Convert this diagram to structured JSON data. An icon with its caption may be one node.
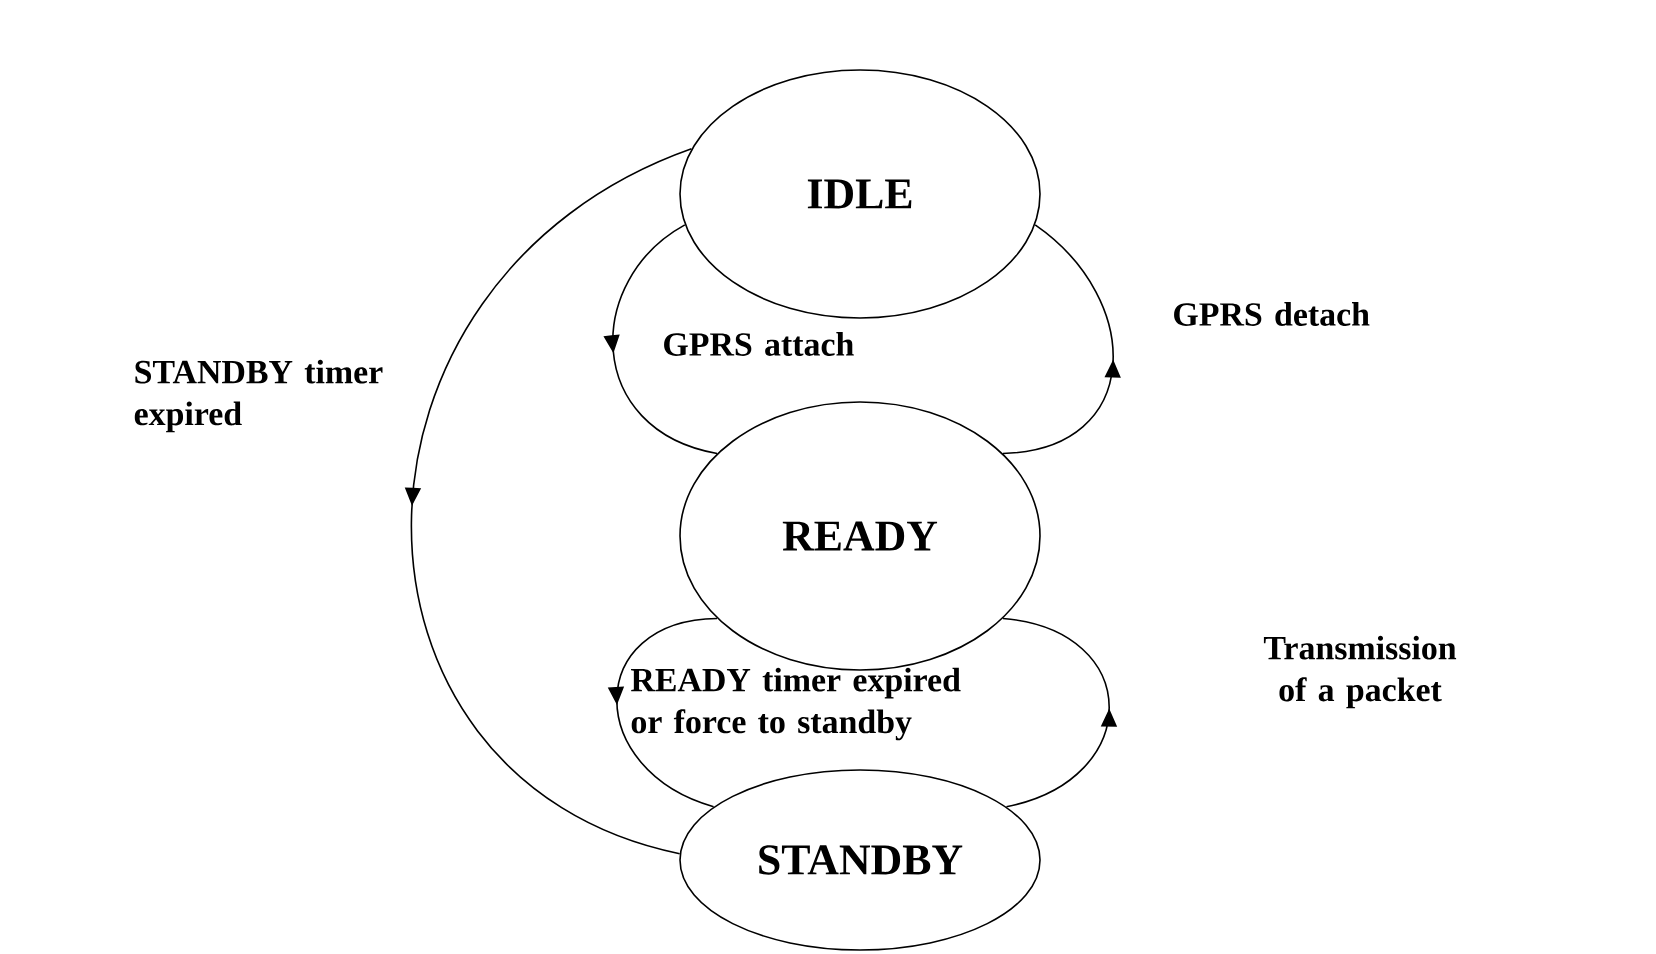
{
  "diagram": {
    "nodes": [
      {
        "text": [
          "IDLE"
        ]
      },
      {
        "text": [
          "READY"
        ]
      },
      {
        "text": [
          "STANDBY"
        ]
      }
    ],
    "edges": [
      {
        "from": 0,
        "to": 1,
        "arrow": "to",
        "label": "GPRS attach"
      },
      {
        "from": 1,
        "to": 0,
        "arrow": "to",
        "label": "GPRS detach"
      },
      {
        "from": 0,
        "to": 2,
        "arrow": "to",
        "label": "STANDBY timer expired"
      },
      {
        "from": 1,
        "to": 2,
        "arrow": "to",
        "label": "READY timer expired or force to standby"
      },
      {
        "from": 2,
        "to": 1,
        "arrow": "to",
        "label": "Transmission of a packet"
      }
    ]
  }
}
